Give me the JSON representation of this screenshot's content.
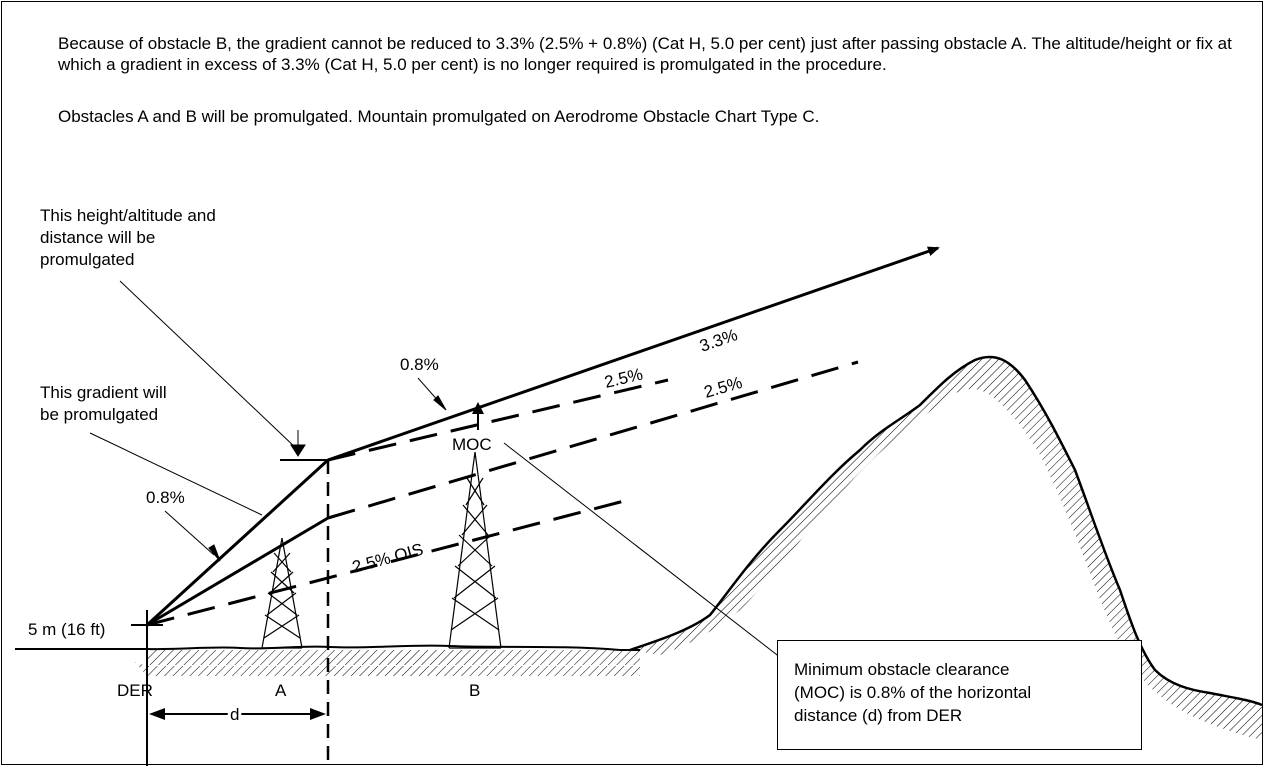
{
  "text": {
    "paragraph_1": "Because of obstacle B, the gradient cannot be reduced to 3.3% (2.5% + 0.8%) (Cat H, 5.0 per cent) just after passing obstacle A. The altitude/height or fix at which a gradient in excess of 3.3% (Cat H, 5.0 per cent) is no longer required is promulgated in the procedure.",
    "paragraph_2": "Obstacles A and B will be promulgated. Mountain promulgated on Aerodrome Obstacle Chart Type C."
  },
  "diagram": {
    "callout_height": [
      "This height/altitude and",
      "distance will be",
      "promulgated"
    ],
    "callout_gradient": [
      "This gradient will",
      "be promulgated"
    ],
    "gradient_initial": "0.8%",
    "gradient_upper": "0.8%",
    "gradient_climb": "3.3%",
    "ois_upper_1": "2.5%",
    "ois_upper_2": "2.5%",
    "ois_lower": "2.5% OIS",
    "moc_label": "MOC",
    "der_height": "5 m (16 ft)",
    "der_label": "DER",
    "obstacle_a": "A",
    "obstacle_b": "B",
    "distance_label": "d",
    "note": [
      "Minimum obstacle clearance",
      "(MOC) is 0.8% of the horizontal",
      "distance (d) from DER"
    ]
  }
}
